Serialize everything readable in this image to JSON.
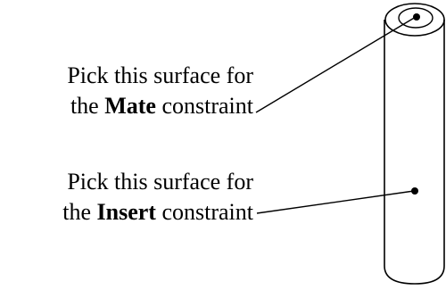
{
  "callouts": {
    "mate": {
      "line1": "Pick this surface for",
      "prefix": "the ",
      "keyword": "Mate",
      "suffix": " constraint"
    },
    "insert": {
      "line1": "Pick this surface for",
      "prefix": "the ",
      "keyword": "Insert",
      "suffix": " constraint"
    }
  },
  "colors": {
    "ink": "#000000",
    "background": "#ffffff"
  },
  "shapes": {
    "part": "cylinder",
    "end_face": "top-annular-face",
    "picked_surface_marker": "filled-dot"
  }
}
